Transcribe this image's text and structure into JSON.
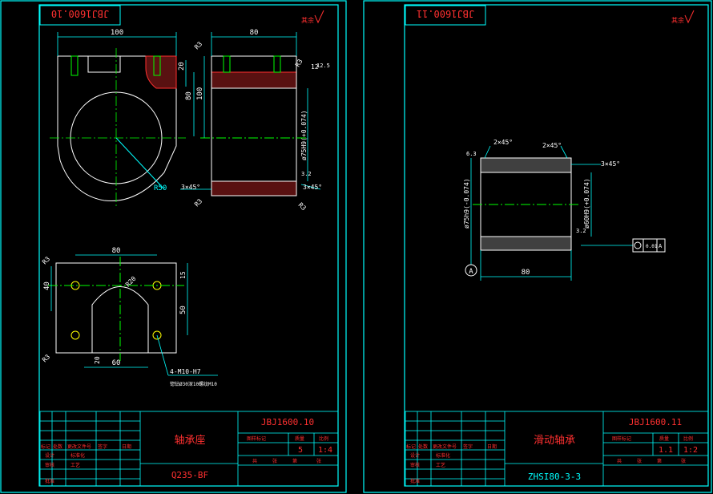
{
  "sheets": [
    {
      "drawing_no": "JBJ1600.10",
      "drawing_no_mirrored": "JBJ1600.10",
      "part_name": "轴承座",
      "material": "Q235-BF",
      "roughness_note": "其余",
      "qty": "5",
      "scale": "1:4",
      "dims": {
        "top_width": "100",
        "right_width": "80",
        "height_80": "80",
        "height_100": "100",
        "d20": "20",
        "r3a": "R3",
        "r3b": "R3",
        "r3c": "R3",
        "r3d": "R3",
        "r3e": "R3",
        "bore": "ø75H9(+0.074)",
        "chamfer1": "3×45°",
        "chamfer2": "3×45°",
        "r50": "R50",
        "top_12": "12",
        "top_125": "12.5",
        "sr": "3.2",
        "plan_80": "80",
        "plan_40": "40",
        "plan_15": "15",
        "plan_50": "50",
        "plan_60": "60",
        "plan_20": "20",
        "plan_r20": "R20",
        "plan_r3": "R3",
        "plan_r3b": "R3",
        "holes": "4-M10-H7",
        "holes_note": "锪钻Ø30深10螺纹M10"
      }
    },
    {
      "drawing_no": "JBJ1600.11",
      "drawing_no_mirrored": "JBJ1600.11",
      "part_name": "滑动轴承",
      "material": "ZHSI80-3-3",
      "roughness_note": "其余",
      "qty": "1.1",
      "scale": "1:2",
      "dims": {
        "chamfer_left": "2×45°",
        "chamfer_right": "2×45°",
        "chamfer_top": "3×45°",
        "od": "ø75h9(-0.074)",
        "id": "ø60H9(+0.074)",
        "length": "80",
        "datum": "A",
        "tol": "0.01",
        "tol_datum": "A",
        "sr1": "6.3",
        "sr2": "3.2"
      }
    }
  ],
  "title_block": {
    "col_headers": [
      "标记",
      "处数",
      "更改文件号",
      "签字",
      "日期"
    ],
    "rows": [
      "设计",
      "标准化",
      "审核",
      "工艺",
      "批准"
    ],
    "stage_labels": [
      "图样标记",
      "质量",
      "比例"
    ],
    "sheet_labels": [
      "共",
      "张",
      "第",
      "张"
    ]
  },
  "colors": {
    "frame": "#00FFFF",
    "line": "#FFFFFF",
    "center": "#00FF00",
    "dim": "#00FFFF",
    "hatch": "#FF3030",
    "title": "#FF3030",
    "green": "#00FF00"
  }
}
